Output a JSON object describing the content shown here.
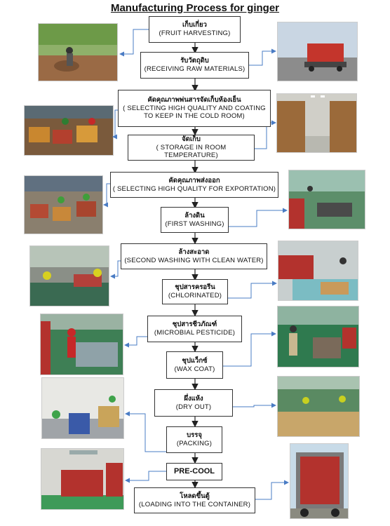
{
  "title": "Manufacturing Process for ginger",
  "steps": [
    {
      "th": "เก็บเกี่ยว",
      "en": "(FRUIT HARVESTING)"
    },
    {
      "th": "รับวัตถุดิบ",
      "en": "(RECEIVING RAW MATERIALS)"
    },
    {
      "th": "คัดคุณภาพพ่นสารจัดเก็บห้องเย็น",
      "en1": "( SELECTING HIGH QUALITY AND COATING",
      "en2": "TO KEEP IN THE COLD ROOM)"
    },
    {
      "th": "จัดเก็บ",
      "en": "( STORAGE IN ROOM TEMPERATURE)"
    },
    {
      "th": "คัดคุณภาพส่งออก",
      "en": "( SELECTING HIGH QUALITY FOR EXPORTATION)"
    },
    {
      "th": "ล้างดิน",
      "en": "(FIRST WASHING)"
    },
    {
      "th": "ล้างสะอาด",
      "en": "(SECOND WASHING WITH CLEAN WATER)"
    },
    {
      "th": "ชุปสารครอรีน",
      "en": "(CHLORINATED)"
    },
    {
      "th": "ชุปสารชีวภัณฑ์",
      "en": "(MICROBIAL PESTICIDE)"
    },
    {
      "th": "ชุปแว็กซ์",
      "en": "(WAX COAT)"
    },
    {
      "th": "ผึ่งแห้ง",
      "en": "(DRY OUT)"
    },
    {
      "th": "บรรจุ",
      "en": "(PACKING)"
    },
    {
      "en": "PRE-COOL"
    },
    {
      "th": "โหลดขึ้นตู้",
      "en": "(LOADING INTO THE CONTAINER)"
    }
  ],
  "colors": {
    "arrow": "#222222",
    "connector": "#4a7cc4",
    "box_border": "#333333"
  }
}
